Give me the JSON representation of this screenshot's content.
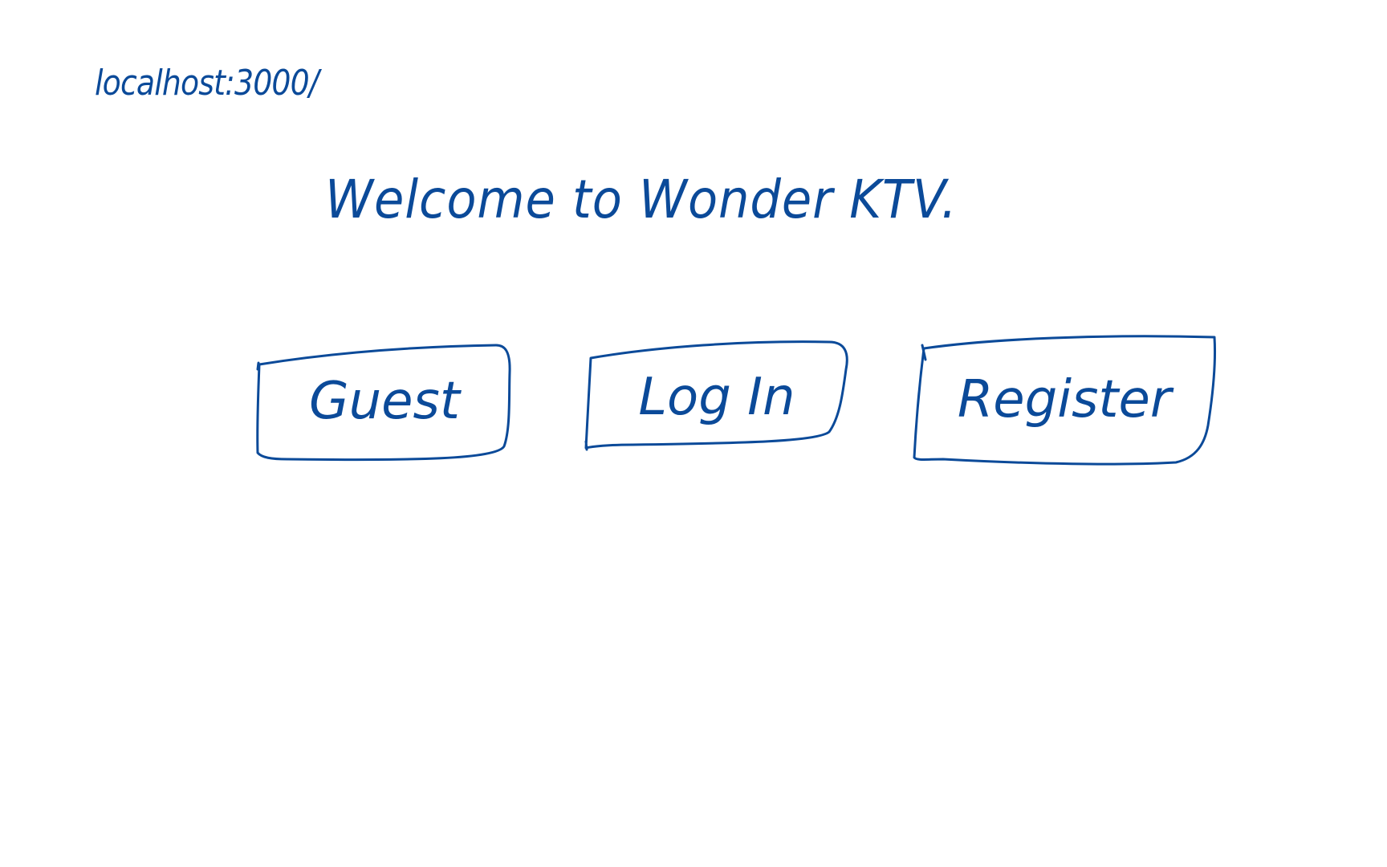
{
  "address_bar": {
    "url": "localhost:3000/"
  },
  "page": {
    "title": "Welcome to Wonder KTV."
  },
  "buttons": {
    "guest_label": "Guest",
    "login_label": "Log In",
    "register_label": "Register"
  },
  "colors": {
    "ink": "#0b4a99",
    "background": "#ffffff"
  }
}
